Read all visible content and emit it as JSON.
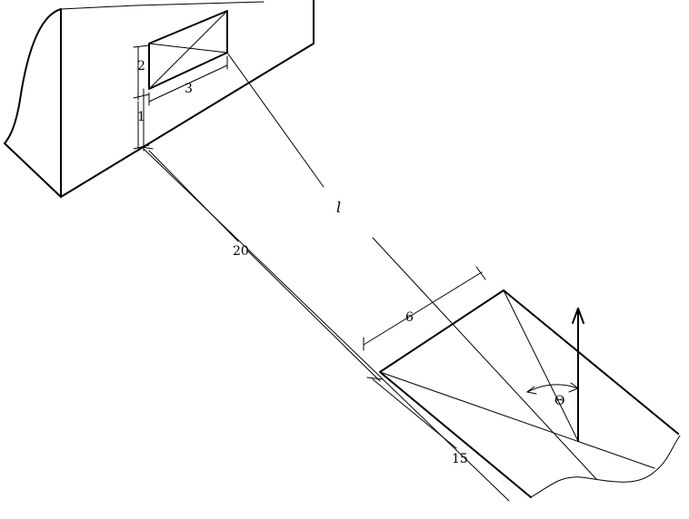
{
  "diagram": {
    "labels": {
      "window_height": "2",
      "window_width": "3",
      "sill_height": "1",
      "distance": "20",
      "line_length": "l",
      "patch_width": "6",
      "patch_length": "15",
      "angle": "Θ"
    }
  }
}
